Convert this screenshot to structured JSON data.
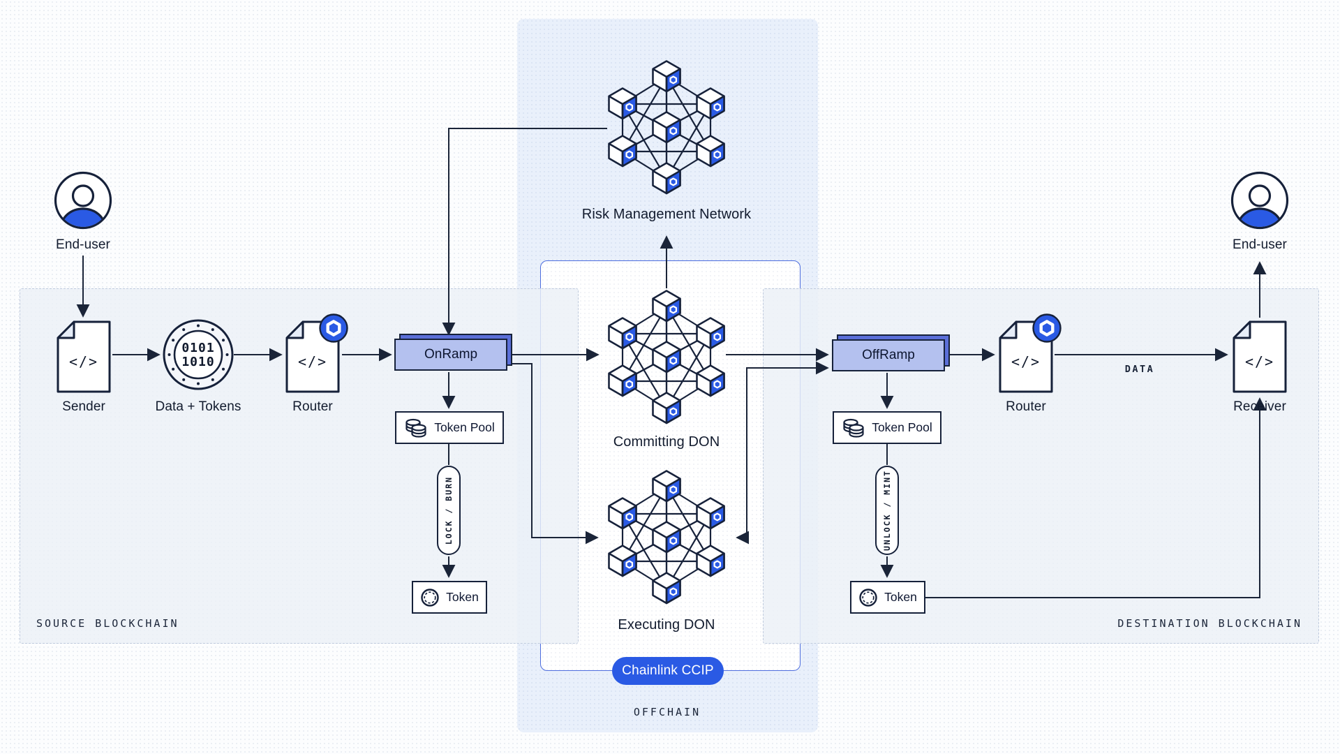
{
  "panels": {
    "source": {
      "caption": "SOURCE BLOCKCHAIN"
    },
    "destination": {
      "caption": "DESTINATION BLOCKCHAIN"
    },
    "offchain": {
      "caption": "OFFCHAIN",
      "badge": "Chainlink CCIP"
    }
  },
  "source_chain": {
    "end_user": "End-user",
    "sender": {
      "label": "Sender",
      "glyph": "</>"
    },
    "data_tokens": {
      "label": "Data + Tokens",
      "binary": [
        "0101",
        "1010"
      ]
    },
    "router": {
      "label": "Router",
      "glyph": "</>"
    },
    "onramp": "OnRamp",
    "token_pool": "Token Pool",
    "pill": "LOCK / BURN",
    "token": "Token"
  },
  "offchain_net": {
    "risk_management": "Risk Management Network",
    "committing_don": "Committing DON",
    "executing_don": "Executing DON"
  },
  "destination_chain": {
    "offramp": "OffRamp",
    "token_pool": "Token Pool",
    "pill": "UNLOCK / MINT",
    "token": "Token",
    "router": {
      "label": "Router",
      "glyph": "</>"
    },
    "receiver": {
      "label": "Receiver",
      "glyph": "</>"
    },
    "end_user": "End-user"
  },
  "edges": {
    "data_label": "DATA"
  },
  "colors": {
    "brand_blue": "#2A5AE4",
    "ink": "#16213A",
    "ramp_front": "#B4C1EF",
    "ramp_back": "#5B6FD8",
    "offchain_bg": "#E9F0FB",
    "ccip_border": "#4D6DDE"
  }
}
